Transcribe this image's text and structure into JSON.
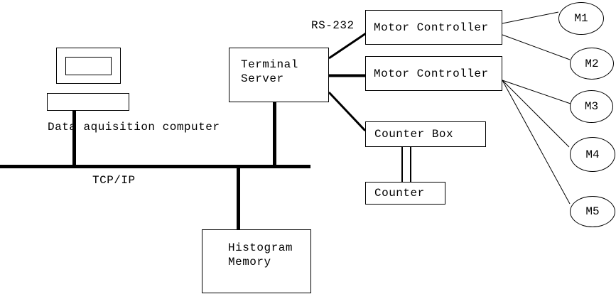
{
  "diagram": {
    "type": "system-architecture",
    "background": "#ffffff",
    "line_color": "#000000"
  },
  "labels": {
    "rs232": "RS-232",
    "tcpip": "TCP/IP",
    "daq_computer": "Data aquisition computer"
  },
  "nodes": {
    "terminal_server": "Terminal Server",
    "motor_controller_1": "Motor Controller",
    "motor_controller_2": "Motor Controller",
    "counter_box": "Counter Box",
    "counter": "Counter",
    "histogram_memory": "Histogram Memory"
  },
  "motors": [
    "M1",
    "M2",
    "M3",
    "M4",
    "M5"
  ]
}
